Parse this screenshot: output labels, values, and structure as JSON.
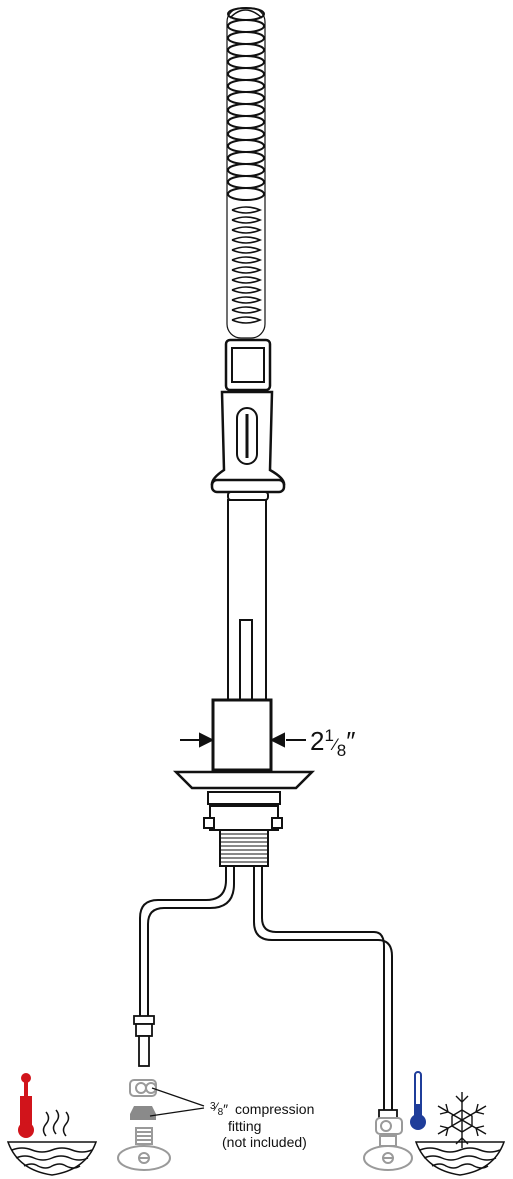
{
  "dimension": {
    "whole": "2",
    "fraction_num": "1",
    "fraction_den": "8",
    "inch_mark": "″"
  },
  "fitting_note": {
    "size_num": "3",
    "size_den": "8",
    "inch_mark": "″",
    "line1": "compression",
    "line2": "fitting",
    "line3": "(not included)"
  },
  "colors": {
    "hot": "#d1141b",
    "cold": "#1f3d9a",
    "line": "#111111",
    "accessory_gray": "#9a9a9a"
  },
  "icons": [
    "hot-water-icon",
    "cold-water-icon",
    "snowflake-icon",
    "thermometer-icon"
  ]
}
